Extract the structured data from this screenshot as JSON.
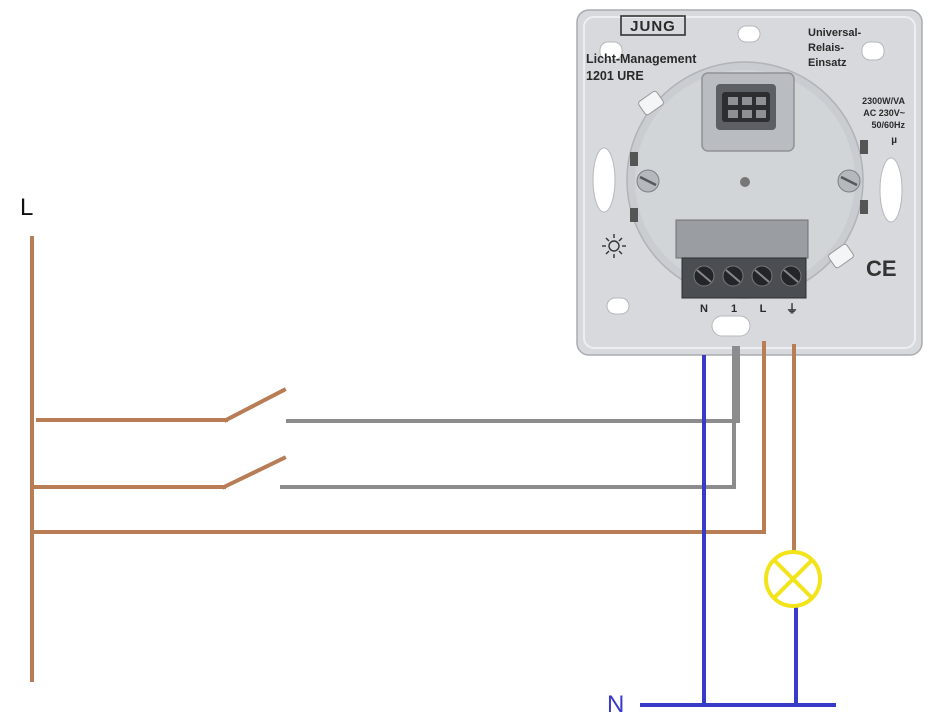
{
  "labels": {
    "line": "L",
    "neutral": "N"
  },
  "device": {
    "brand": "JUNG",
    "product": "Licht-Management",
    "model": "1201 URE",
    "type_line1": "Universal-",
    "type_line2": "Relais-",
    "type_line3": "Einsatz",
    "rating_line1": "2300W/VA",
    "rating_line2": "AC 230V~",
    "rating_line3": "50/60Hz",
    "micro": "µ",
    "ce": "CE",
    "terminals": [
      "N",
      "1",
      "L",
      "⏚"
    ]
  },
  "colors": {
    "phase": "#b87d55",
    "neutral": "#3a3ac8",
    "switched": "#8c8c8c",
    "lamp": "#f2e31a",
    "plate": "#d7d9dc"
  }
}
